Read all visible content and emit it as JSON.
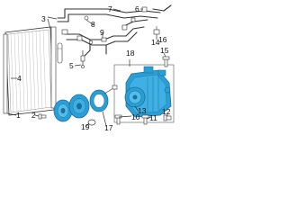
{
  "callouts": {
    "c1": "1",
    "c2": "2",
    "c3": "3",
    "c4": "4",
    "c5": "5",
    "c6": "6",
    "c7": "7",
    "c8": "8",
    "c9": "9",
    "c10": "10",
    "c11": "11",
    "c12": "12",
    "c13": "13",
    "c14": "14",
    "c15": "15",
    "c16": "16",
    "c17": "17",
    "c18": "18",
    "c19": "19"
  },
  "colors": {
    "highlight": "#2a9fd6",
    "highlight_dark": "#1c6f9c",
    "line": "#333333",
    "text": "#111111"
  }
}
